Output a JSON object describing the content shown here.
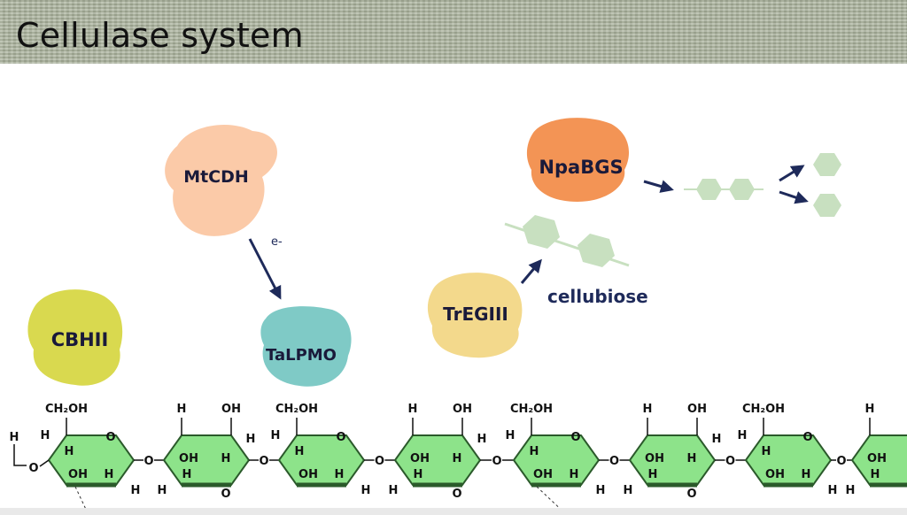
{
  "title": "Cellulase system",
  "enzymes": {
    "mtcdh": {
      "label": "MtCDH",
      "color": "#fbcaa8"
    },
    "talpmo": {
      "label": "TaLPMO",
      "color": "#7fcac6"
    },
    "cbhii": {
      "label": "CBHII",
      "color": "#d9d94f"
    },
    "tregiii": {
      "label": "TrEGIII",
      "color": "#f3d98c"
    },
    "npabgs": {
      "label": "NpaBGS",
      "color": "#f39455"
    }
  },
  "labels": {
    "electron": "e-",
    "cellubiose": "cellubiose"
  },
  "chain_atoms": {
    "ch2oh": "CH₂OH",
    "oh": "OH",
    "h": "H",
    "o": "O"
  },
  "colors": {
    "ring": "#8de38a",
    "ring_stroke": "#2b5a2b",
    "sugar_light": "#c8e0c0",
    "arrow": "#1e2a5a"
  }
}
